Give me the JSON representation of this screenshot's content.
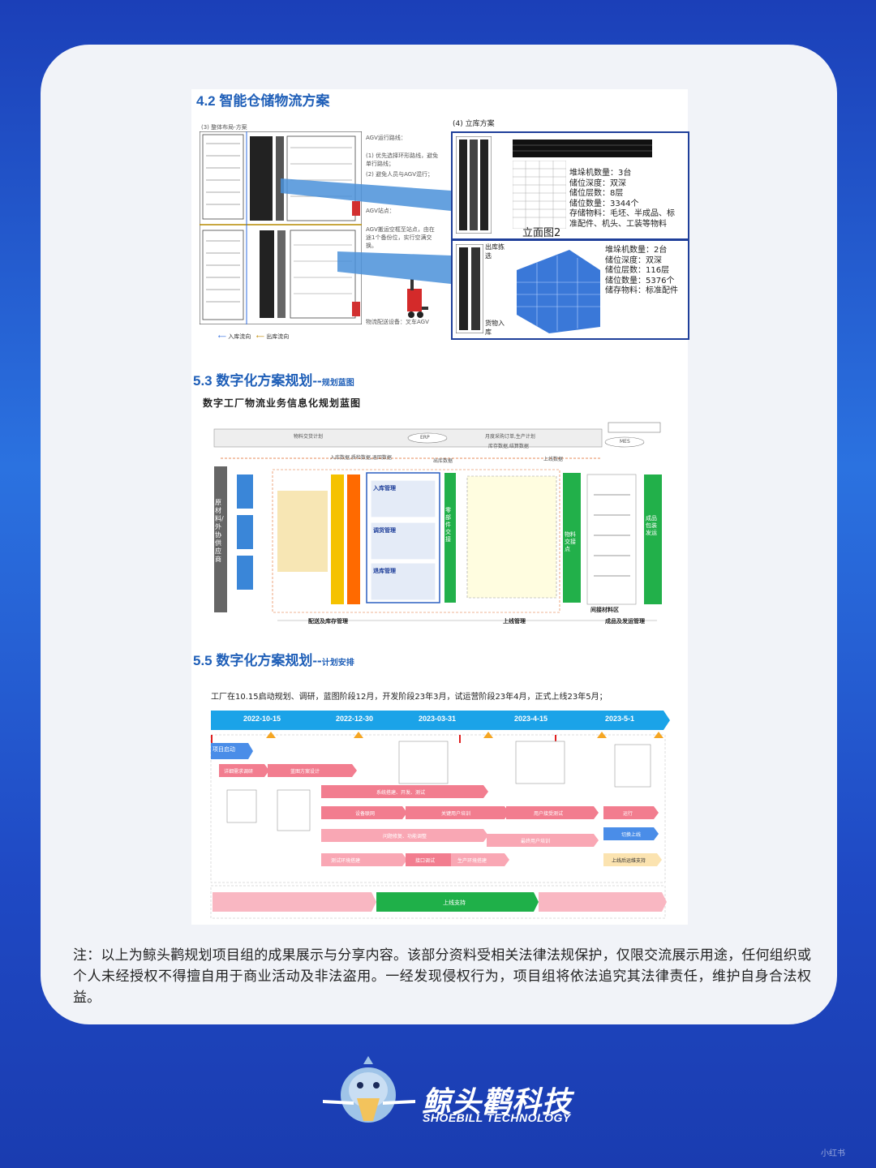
{
  "sections": {
    "s42": {
      "num": "4.2",
      "title": "智能仓储物流方案"
    },
    "s53": {
      "num": "5.3",
      "title": "数字化方案规划--",
      "suffix": "规划蓝图"
    },
    "s55": {
      "num": "5.5",
      "title": "数字化方案规划--",
      "suffix": "计划安排"
    }
  },
  "layout_sub": "(3) 整体布局-方案",
  "agv_notes": {
    "route": "AGV运行路线：",
    "rule1": "(1) 优先选择环形路线，避免单行路线；",
    "rule2": "(2) 避免人员与AGV混行；",
    "station": "AGV站点：",
    "station_desc": "AGV搬运空框至站点，由在途1个备份位，实行空满交换。",
    "equip": "物流配送设备：叉车AGV"
  },
  "legend": {
    "inbound": "入库流向",
    "outbound": "出库流向"
  },
  "racks": {
    "title": "(4) 立库方案",
    "elev_label": "立面图2",
    "rack1": [
      "堆垛机数量：3台",
      "储位深度：双深",
      "储位层数：8层",
      "储位数量：3344个",
      "存储物料：毛坯、半成品、标",
      "准配件、机头、工装等物料"
    ],
    "rack2": [
      "堆垛机数量：2台",
      "储位深度：双深",
      "储位层数：116层",
      "储位数量：5376个",
      "储存物料：标准配件"
    ],
    "outbound_pick": "出库拣选",
    "inbound_pick": "货物入库"
  },
  "blueprint": {
    "heading": "数字工厂物流业务信息化规划蓝图",
    "supply": "原材料/外协供应商",
    "inbound_mgmt": "入库管理",
    "transfer_mgmt": "调货管理",
    "return_mgmt": "退库管理",
    "delivery": "配送及库存管理",
    "online": "上线管理",
    "finished": "成品及发运管理",
    "indirect": "间接材料区",
    "finished_pack": "成品包装发运",
    "part_handover": "零部件交接",
    "mat_handover": "物料交接点",
    "flow_top1": "入库数据,质检数据,退回数据",
    "flow_top2": "出库数据",
    "flow_top3": "上线数据",
    "erp": "ERP",
    "mes": "MES",
    "plan1": "物料交货计划",
    "plan2": "月度采购订单,生产计划",
    "plan3": "库存数据,结算数据"
  },
  "schedule": {
    "intro": "工厂在10.15启动规划、调研，蓝图阶段12月，开发阶段23年3月，试运营阶段23年4月，正式上线23年5月；",
    "dates": [
      "2022-10-15",
      "2022-12-30",
      "2023-03-31",
      "2023-4-15",
      "2023-5-1"
    ],
    "bars": [
      "项目启动",
      "详细需求调研",
      "蓝图方案设计",
      "系统搭建、开发、测试",
      "设备联网",
      "关键用户培训",
      "用户接受测试",
      "运行",
      "问题修复、功能调整",
      "最终用户培训",
      "切换上线",
      "测试环境搭建",
      "接口调试",
      "生产环境搭建",
      "上线后运维支持",
      "上线支持"
    ]
  },
  "note": "注：以上为鲸头鹳规划项目组的成果展示与分享内容。该部分资料受相关法律法规保护，仅限交流展示用途，任何组织或个人未经授权不得擅自用于商业活动及非法盗用。一经发现侵权行为，项目组将依法追究其法律责任，维护自身合法权益。",
  "brand": {
    "cn": "鲸头鹳科技",
    "en": "SHOEBILL TECHNOLOGY"
  },
  "corner_mark": "小红书"
}
